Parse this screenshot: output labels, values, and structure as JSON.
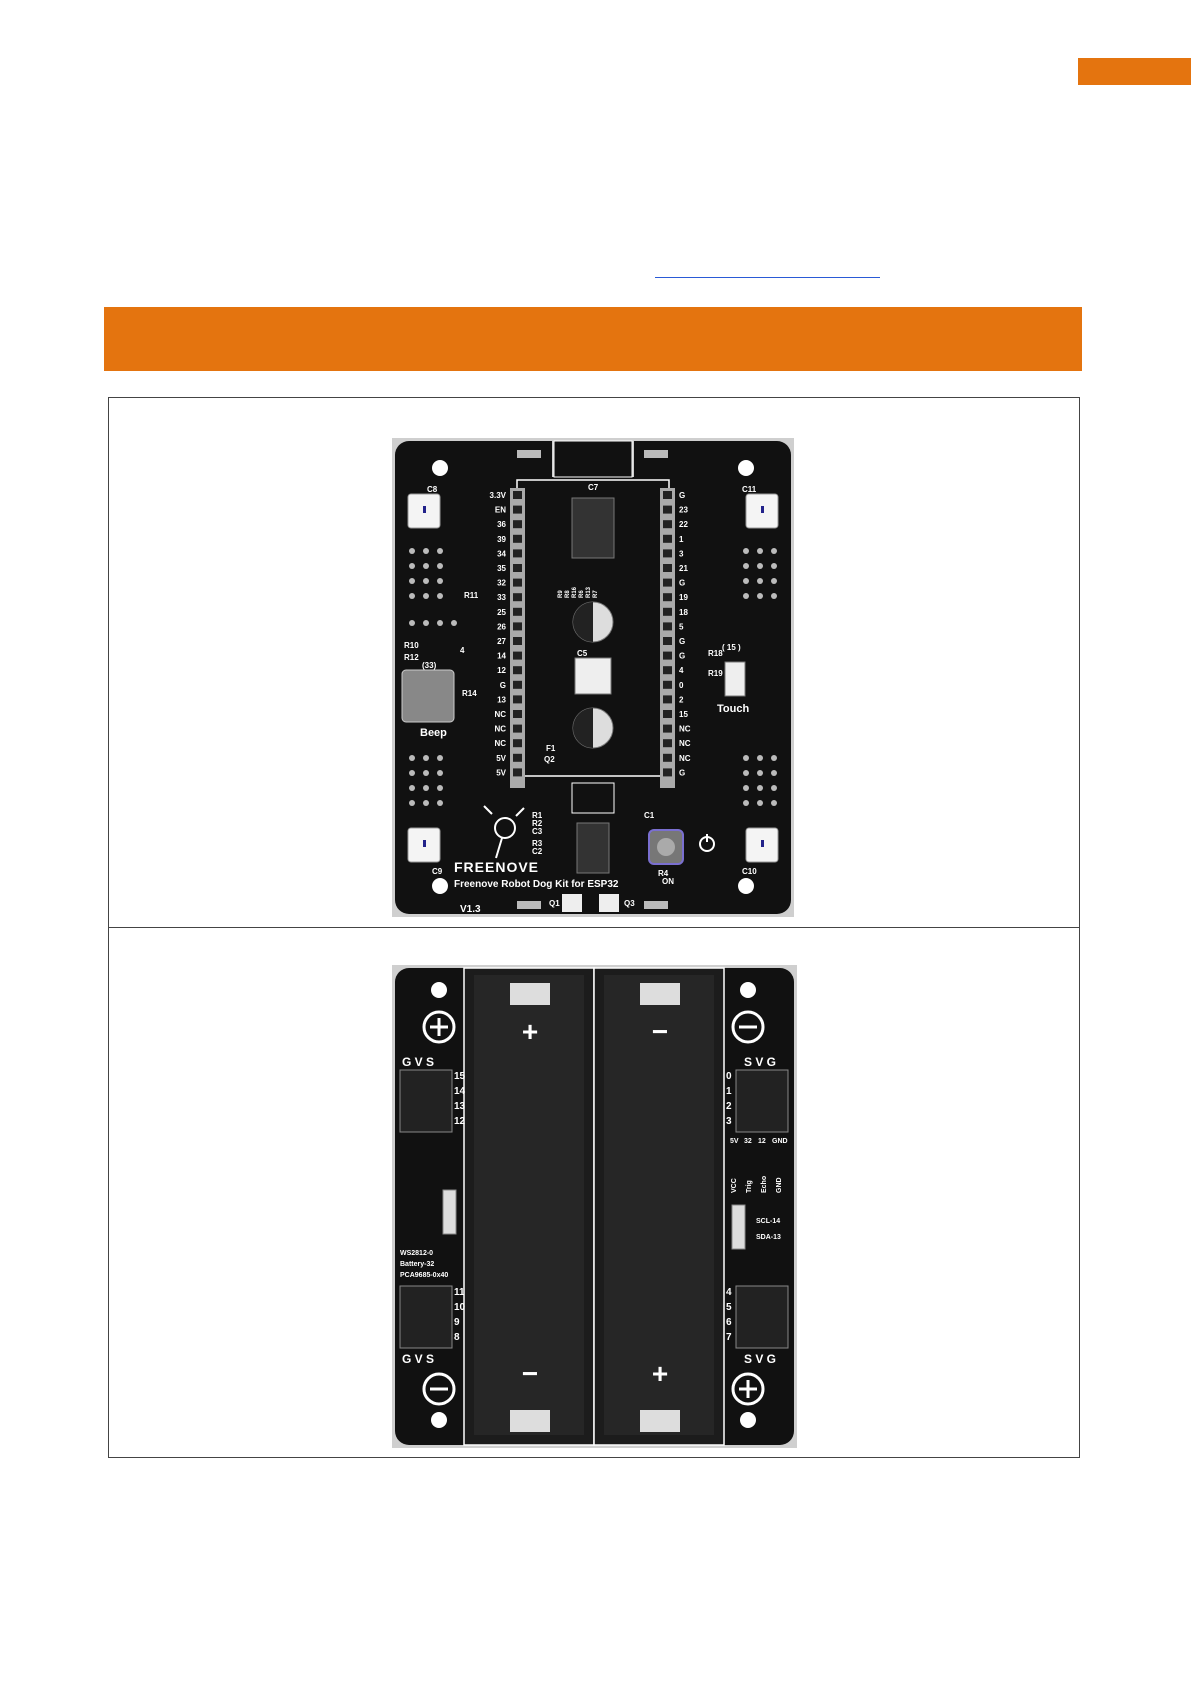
{
  "colors": {
    "accent": "#e4740f",
    "link": "#2a5ad6",
    "pcb": "#111111",
    "silk": "#ffffff"
  },
  "board_top": {
    "brand": "FREENOVE",
    "product": "Freenove Robot Dog Kit for ESP32",
    "version": "V1.3",
    "left_pins": [
      "3.3V",
      "EN",
      "36",
      "39",
      "34",
      "35",
      "32",
      "33",
      "25",
      "26",
      "27",
      "14",
      "12",
      "G",
      "13",
      "NC",
      "NC",
      "NC",
      "5V",
      "5V"
    ],
    "right_pins": [
      "G",
      "23",
      "22",
      "1",
      "3",
      "21",
      "G",
      "19",
      "18",
      "5",
      "G",
      "G",
      "4",
      "0",
      "2",
      "15",
      "NC",
      "NC",
      "NC",
      "G"
    ],
    "buzzer_pin": "(33)",
    "buzzer_label": "Beep",
    "touch_pin": "( 15 )",
    "touch_label": "Touch",
    "labels": {
      "c8": "C8",
      "c11": "C11",
      "c9": "C9",
      "c10": "C10",
      "c7": "C7",
      "c5": "C5",
      "c1": "C1",
      "r11": "R11",
      "r10": "R10",
      "r12": "R12",
      "r14": "R14",
      "q4": "4",
      "resistor_column": [
        "R9",
        "R8",
        "R16",
        "R6",
        "R13",
        "R7"
      ],
      "r18": "R18",
      "r19": "R19",
      "f1": "F1",
      "q2": "Q2",
      "r1": "R1",
      "r2": "R2",
      "c3": "C3",
      "r3": "R3",
      "c2": "C2",
      "r4": "R4",
      "on": "ON",
      "q1": "Q1",
      "q3": "Q3"
    }
  },
  "board_bottom": {
    "gvs": "G V S",
    "svg": "S V G",
    "left_top_pins": [
      "15",
      "14",
      "13",
      "12"
    ],
    "left_bottom_pins": [
      "11",
      "10",
      "9",
      "8"
    ],
    "right_top_pins": [
      "0",
      "1",
      "2",
      "3"
    ],
    "right_bottom_pins": [
      "4",
      "5",
      "6",
      "7"
    ],
    "ultrasonic_top": [
      "5V",
      "32",
      "12",
      "GND"
    ],
    "ultrasonic_side": [
      "VCC",
      "Trig",
      "Echo",
      "GND"
    ],
    "i2c": [
      "SCL-14",
      "SDA-13"
    ],
    "notes": [
      "WS2812-0",
      "Battery-32",
      "PCA9685-0x40"
    ],
    "plus": "+",
    "minus": "−"
  }
}
